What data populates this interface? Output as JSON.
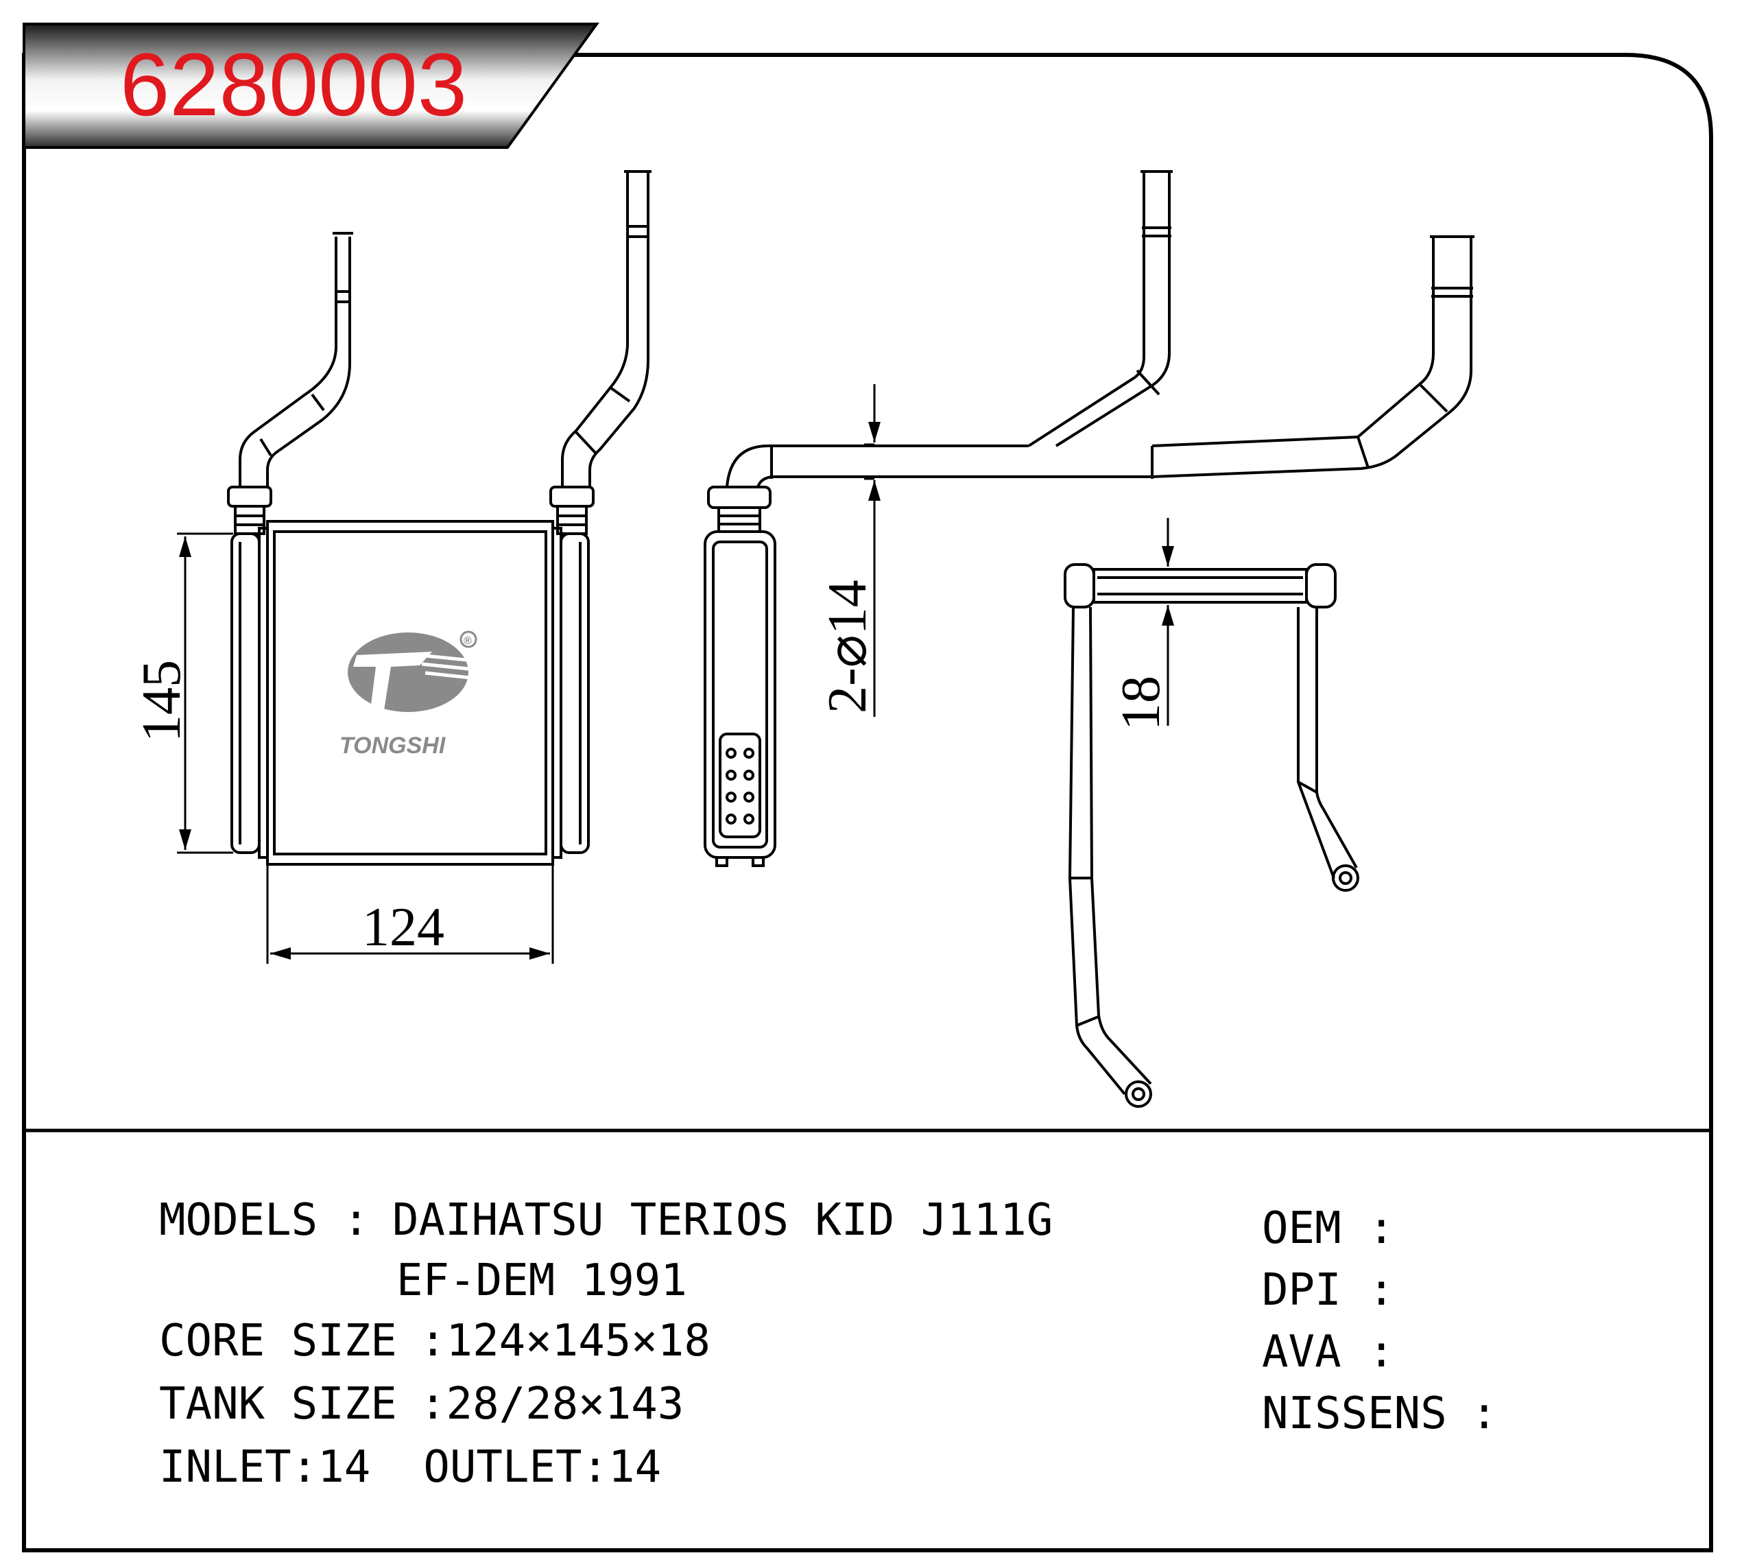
{
  "part_number": "6280003",
  "colors": {
    "part_number_text": "#e0191f",
    "banner_dark": "#1e1e1e",
    "line": "#000000",
    "logo_gray": "#8a8a8a"
  },
  "brand": {
    "logo_text": "TONGSHI",
    "registered_mark": "®"
  },
  "dimensions": {
    "height": "145",
    "width": "124",
    "pipe_diameter": "2-⌀14",
    "thickness": "18"
  },
  "specs": {
    "models_label": "MODELS",
    "models_sep": ":",
    "models_line1": "DAIHATSU TERIOS KID J111G",
    "models_line2": "EF-DEM 1991",
    "core_label": "CORE SIZE",
    "core_value": ":124×145×18",
    "tank_label": "TANK SIZE",
    "tank_value": ":28/28×143",
    "inlet_outlet": "INLET:14  OUTLET:14"
  },
  "references": [
    {
      "label": "OEM",
      "sep": ":",
      "value": ""
    },
    {
      "label": "DPI",
      "sep": ":",
      "value": ""
    },
    {
      "label": "AVA",
      "sep": ":",
      "value": ""
    },
    {
      "label": "NISSENS",
      "sep": ":",
      "value": ""
    }
  ]
}
